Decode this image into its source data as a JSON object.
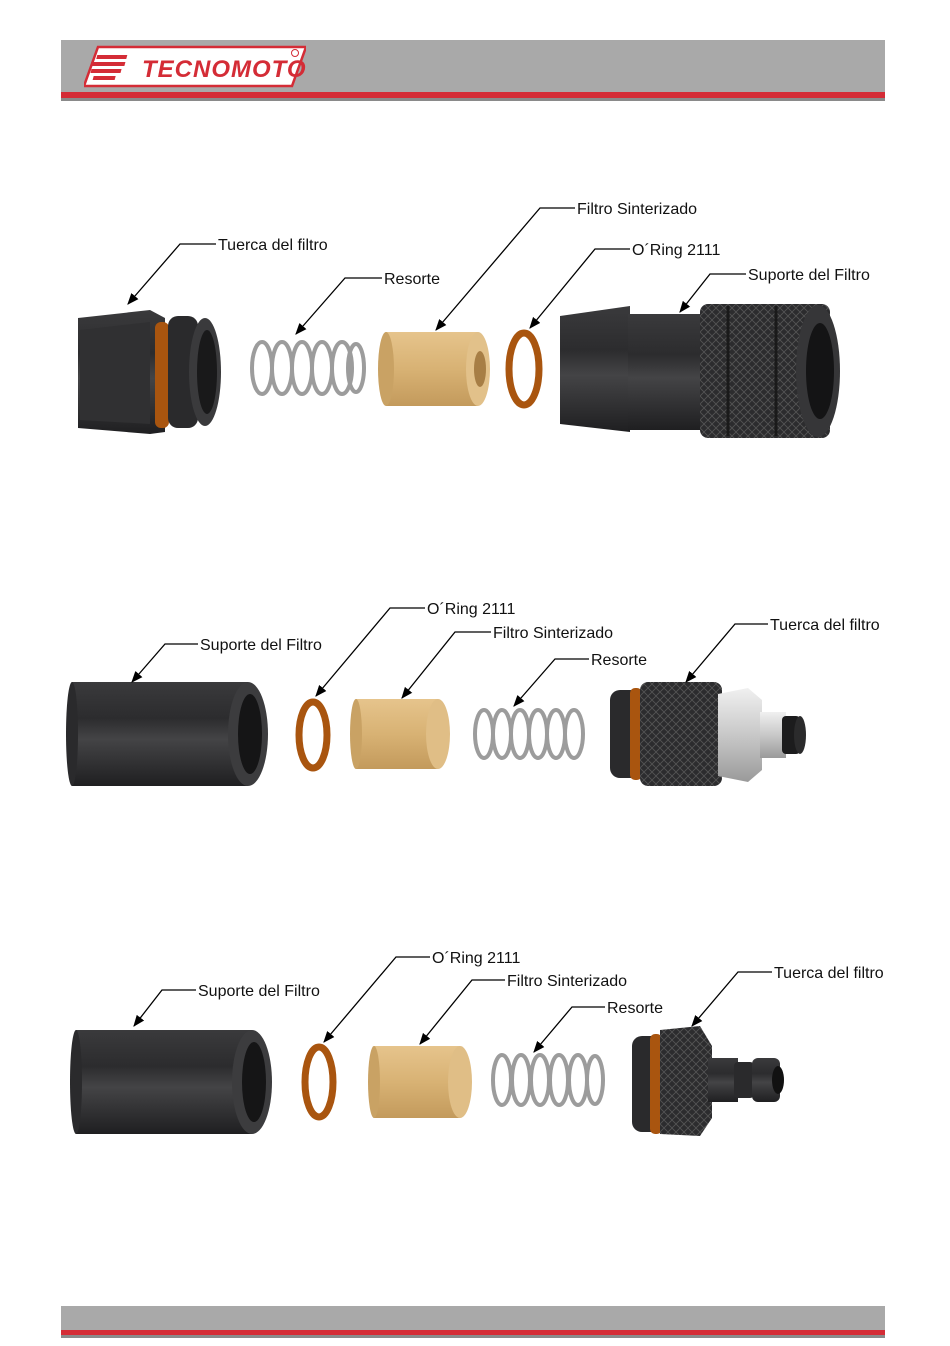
{
  "header": {
    "brand": "TECNOMOTOR",
    "registered": "®"
  },
  "colors": {
    "brand_red": "#d42c36",
    "band_gray": "#a9a9a9",
    "part_dark": "#2f2f31",
    "oring": "#a9550f",
    "sinter": "#d8b47a",
    "spring": "#a8a8a8"
  },
  "assembly_1": {
    "labels": {
      "nut": "Tuerca del filtro",
      "spring": "Resorte",
      "sinter": "Filtro Sinterizado",
      "oring": "O´Ring 2111",
      "support": "Suporte del Filtro"
    }
  },
  "assembly_2": {
    "labels": {
      "support": "Suporte del Filtro",
      "oring": "O´Ring 2111",
      "sinter": "Filtro Sinterizado",
      "spring": "Resorte",
      "nut": "Tuerca del filtro"
    }
  },
  "assembly_3": {
    "labels": {
      "support": "Suporte del Filtro",
      "oring": "O´Ring 2111",
      "sinter": "Filtro Sinterizado",
      "spring": "Resorte",
      "nut": "Tuerca del filtro"
    }
  }
}
